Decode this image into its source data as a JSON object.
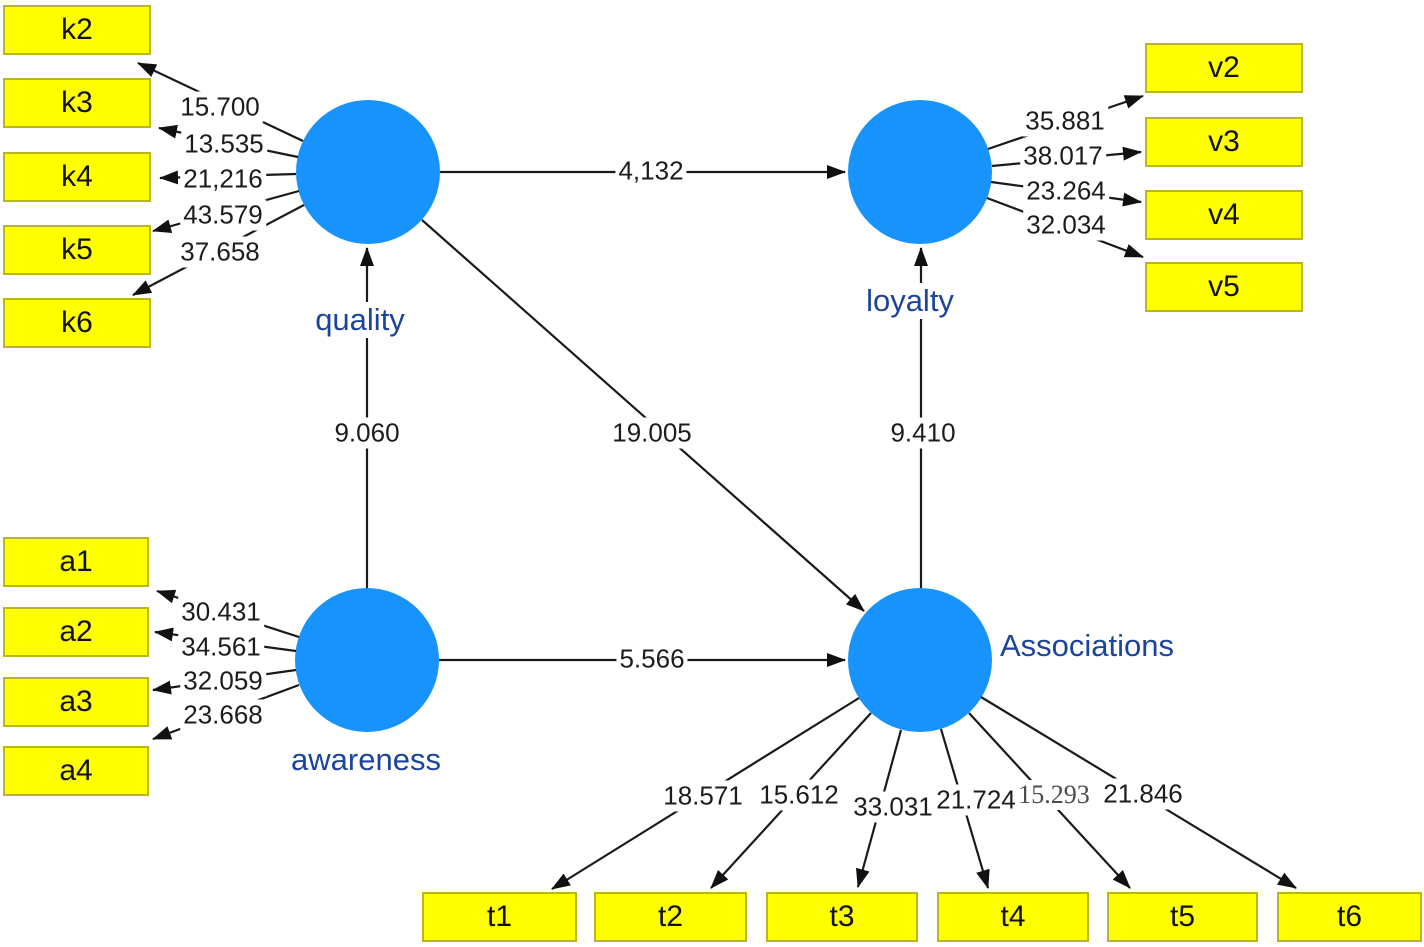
{
  "constructs": {
    "quality": {
      "label": "quality"
    },
    "loyalty": {
      "label": "loyalty"
    },
    "awareness": {
      "label": "awareness"
    },
    "associations": {
      "label": "Associations"
    }
  },
  "indicators": {
    "quality": [
      {
        "name": "k2",
        "loading": "15.700"
      },
      {
        "name": "k3",
        "loading": "13.535"
      },
      {
        "name": "k4",
        "loading": "21,216"
      },
      {
        "name": "k5",
        "loading": "43.579"
      },
      {
        "name": "k6",
        "loading": "37.658"
      }
    ],
    "loyalty": [
      {
        "name": "v2",
        "loading": "35.881"
      },
      {
        "name": "v3",
        "loading": "38.017"
      },
      {
        "name": "v4",
        "loading": "23.264"
      },
      {
        "name": "v5",
        "loading": "32.034"
      }
    ],
    "awareness": [
      {
        "name": "a1",
        "loading": "30.431"
      },
      {
        "name": "a2",
        "loading": "34.561"
      },
      {
        "name": "a3",
        "loading": "32.059"
      },
      {
        "name": "a4",
        "loading": "23.668"
      }
    ],
    "associations": [
      {
        "name": "t1",
        "loading": "18.571"
      },
      {
        "name": "t2",
        "loading": "15.612"
      },
      {
        "name": "t3",
        "loading": "33.031"
      },
      {
        "name": "t4",
        "loading": "21.724"
      },
      {
        "name": "t5",
        "loading": "15.293"
      },
      {
        "name": "t6",
        "loading": "21.846"
      }
    ]
  },
  "structural_paths": [
    {
      "from": "quality",
      "to": "loyalty",
      "t_value": "4,132"
    },
    {
      "from": "awareness",
      "to": "quality",
      "t_value": "9.060"
    },
    {
      "from": "quality",
      "to": "Associations",
      "t_value": "19.005"
    },
    {
      "from": "awareness",
      "to": "Associations",
      "t_value": "5.566"
    },
    {
      "from": "Associations",
      "to": "loyalty",
      "t_value": "9.410"
    }
  ],
  "colors": {
    "construct_fill": "#1793FB",
    "indicator_fill": "#FFFF00",
    "indicator_border": "#B8B81E",
    "construct_label": "#1C449C",
    "line": "#1A1A1A"
  }
}
